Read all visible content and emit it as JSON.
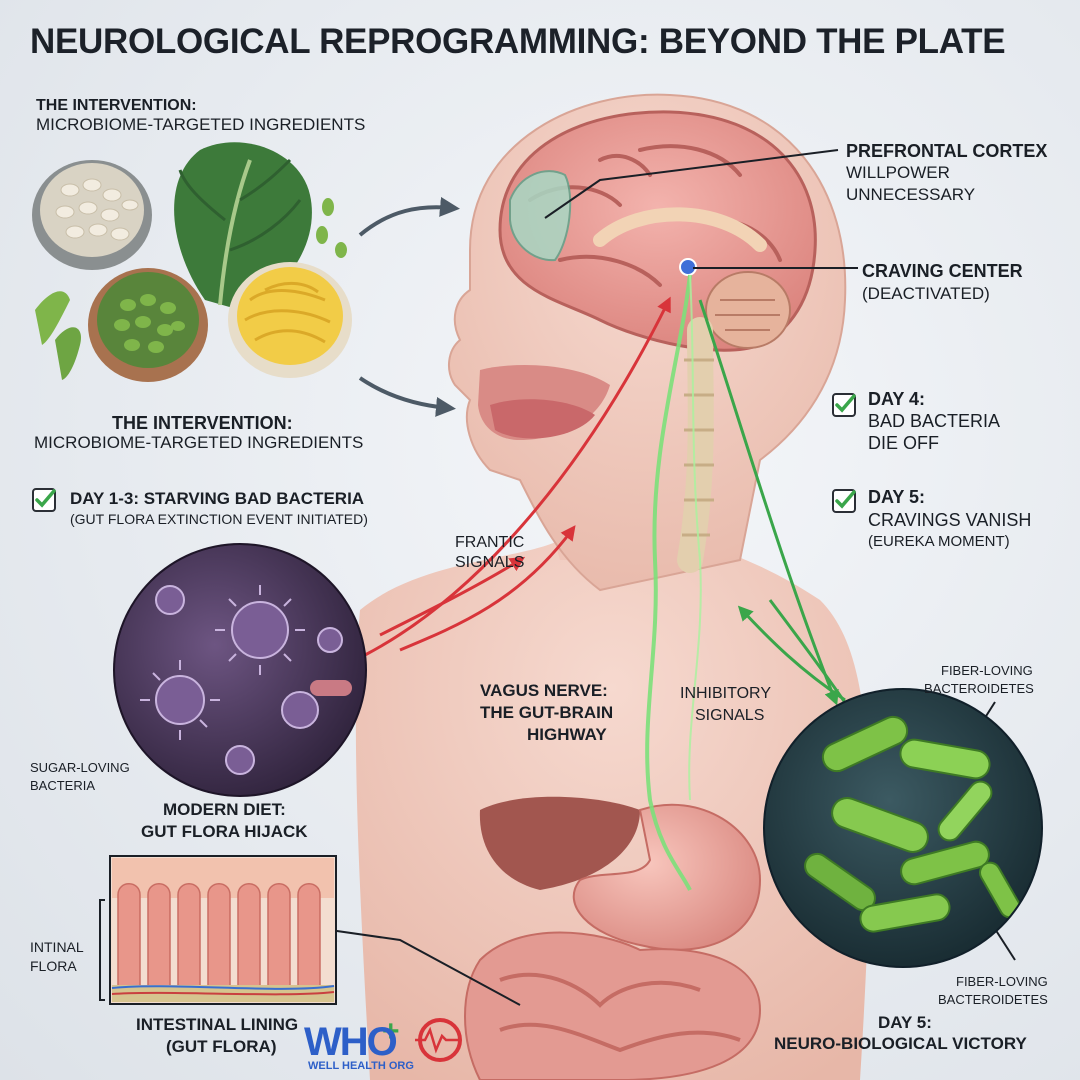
{
  "title": "NEUROLOGICAL REPROGRAMMING: BEYOND THE PLATE",
  "intervention_top": {
    "heading": "THE INTERVENTION:",
    "subheading": "MICROBIOME-TARGETED INGREDIENTS"
  },
  "intervention_mid": {
    "heading": "THE INTERVENTION:",
    "subheading": "MICROBIOME-TARGETED INGREDIENTS"
  },
  "prefrontal": {
    "title": "PREFRONTAL CORTEX",
    "line1": "WILLPOWER",
    "line2": "UNNECESSARY"
  },
  "craving": {
    "title": "CRAVING CENTER",
    "status": "(DEACTIVATED)"
  },
  "day4": {
    "label": "DAY 4:",
    "line1": "BAD BACTERIA",
    "line2": "DIE OFF"
  },
  "day5": {
    "label": "DAY 5:",
    "line1": "CRAVINGS VANISH",
    "line2": "(EUREKA MOMENT)"
  },
  "day13": {
    "label": "DAY 1-3: STARVING BAD BACTERIA",
    "note": "(GUT FLORA EXTINCTION EVENT INITIATED)"
  },
  "frantic": {
    "line1": "FRANTIC",
    "line2": "SIGNALS"
  },
  "vagus": {
    "line1": "VAGUS NERVE:",
    "line2": "THE GUT-BRAIN",
    "line3": "HIGHWAY"
  },
  "inhibitory": {
    "line1": "INHIBITORY",
    "line2": "SIGNALS"
  },
  "sugar": {
    "line1": "SUGAR-LOVING",
    "line2": "BACTERIA"
  },
  "modern_diet": {
    "line1": "MODERN DIET:",
    "line2": "GUT FLORA HIJACK"
  },
  "intinal": {
    "line1": "INTINAL",
    "line2": "FLORA"
  },
  "lining": {
    "line1": "INTESTINAL LINING",
    "line2": "(GUT FLORA)"
  },
  "fiber_top": {
    "line1": "FIBER-LOVING",
    "line2": "BACTEROIDETES"
  },
  "fiber_bottom": {
    "line1": "FIBER-LOVING",
    "line2": "BACTEROIDETES"
  },
  "victory": {
    "line1": "DAY 5:",
    "line2": "NEURO-BIOLOGICAL VICTORY"
  },
  "logo": {
    "mark": "WHO",
    "text": "WELL HEALTH ORG"
  },
  "colors": {
    "accent_green": "#3aa64a",
    "signal_red": "#d8343a",
    "arrow_gray": "#4d5a66",
    "tissue_pink": "#e7a29a"
  }
}
